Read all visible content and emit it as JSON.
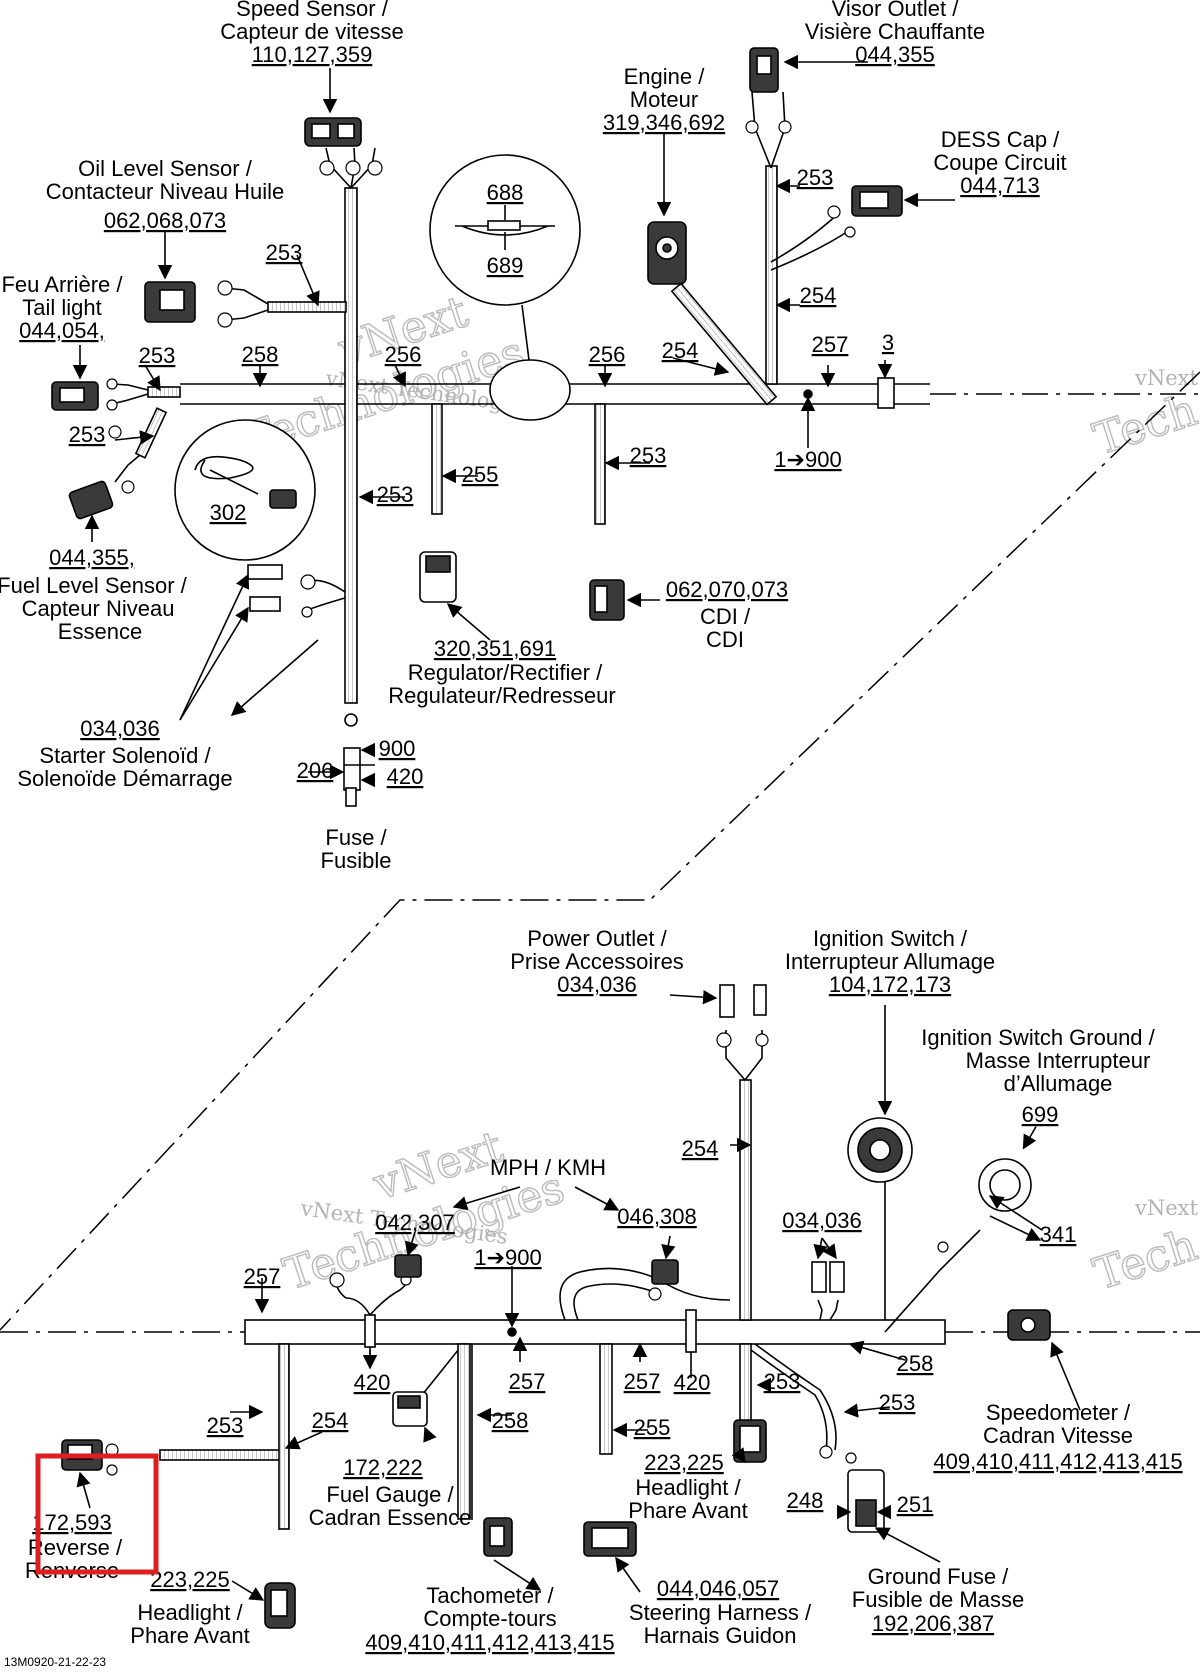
{
  "upper": {
    "speed_sensor": {
      "name": "Speed Sensor /",
      "name_fr": "Capteur de vitesse",
      "refs": "110,127,359"
    },
    "visor_outlet": {
      "name": "Visor Outlet /",
      "name_fr": "Visière Chauffante",
      "refs": "044,355"
    },
    "engine": {
      "name": "Engine /",
      "name_fr": "Moteur",
      "refs": "319,346,692"
    },
    "dess_cap": {
      "name": "DESS Cap /",
      "name_fr": "Coupe Circuit",
      "refs": "044,713"
    },
    "oil_level": {
      "name": "Oil Level Sensor /",
      "name_fr": "Contacteur Niveau Huile",
      "refs": "062,068,073"
    },
    "tail_light": {
      "name": "Feu Arrière /",
      "name_fr": "Tail light",
      "refs": "044,054,"
    },
    "fuel_level": {
      "refs": "044,355,",
      "name": "Fuel Level Sensor /",
      "name_fr": "Capteur Niveau",
      "name_fr2": "Essence"
    },
    "starter": {
      "refs": "034,036",
      "name": "Starter Solenoïd /",
      "name_fr": "Solenoïde Démarrage"
    },
    "fuse": {
      "name": "Fuse /",
      "name_fr": "Fusible"
    },
    "regulator": {
      "refs": "320,351,691",
      "name": "Regulator/Rectifier /",
      "name_fr": "Regulateur/Redresseur"
    },
    "cdi": {
      "refs": "062,070,073",
      "name": "CDI /",
      "name_fr": "CDI"
    },
    "detail_688": "688",
    "detail_689": "689",
    "detail_302": "302",
    "connector_1_900": "1➔900",
    "wires": {
      "w253a": "253",
      "w253b": "253",
      "w253c": "253",
      "w253d": "253",
      "w253e": "253",
      "w253f": "253",
      "w258": "258",
      "w256a": "256",
      "w256b": "256",
      "w254a": "254",
      "w254b": "254",
      "w257": "257",
      "w3": "3",
      "w255": "255",
      "w900": "900",
      "w420": "420",
      "w206": "206"
    }
  },
  "lower": {
    "power_outlet": {
      "name": "Power Outlet /",
      "name_fr": "Prise Accessoires",
      "refs": "034,036"
    },
    "ignition_switch": {
      "name": "Ignition Switch /",
      "name_fr": "Interrupteur Allumage",
      "refs": "104,172,173"
    },
    "ignition_ground": {
      "name": "Ignition Switch Ground /",
      "name_fr": "Masse Interrupteur",
      "name_fr2": "d’Allumage",
      "refs": "699"
    },
    "mph_kmh": "MPH / KMH",
    "refs_042_307": "042,307",
    "refs_046_308": "046,308",
    "refs_034_036": "034,036",
    "connector_1_900": "1➔900",
    "speedometer": {
      "name": "Speedometer /",
      "name_fr": "Cadran Vitesse",
      "refs": "409,410,411,412,413,415"
    },
    "reverse": {
      "refs": "172,593",
      "name": "Reverse /",
      "name_fr": "Renverse"
    },
    "headlight_left": {
      "refs": "223,225",
      "name": "Headlight /",
      "name_fr": "Phare Avant"
    },
    "fuel_gauge": {
      "refs": "172,222",
      "name": "Fuel Gauge /",
      "name_fr": "Cadran Essence"
    },
    "tachometer": {
      "name": "Tachometer /",
      "name_fr": "Compte-tours",
      "refs": "409,410,411,412,413,415"
    },
    "steering_harness": {
      "refs": "044,046,057",
      "name": "Steering Harness /",
      "name_fr": "Harnais Guidon"
    },
    "headlight_mid": {
      "refs": "223,225",
      "name": "Headlight /",
      "name_fr": "Phare Avant"
    },
    "ground_fuse": {
      "name": "Ground Fuse /",
      "name_fr": "Fusible de Masse",
      "refs": "192,206,387"
    },
    "wires": {
      "w257a": "257",
      "w257b": "257",
      "w257c": "257",
      "w254a": "254",
      "w254b": "254",
      "w253a": "253",
      "w253b": "253",
      "w253c": "253",
      "w258a": "258",
      "w258b": "258",
      "w255": "255",
      "w420a": "420",
      "w420b": "420",
      "w341": "341",
      "w248": "248",
      "w251": "251"
    }
  },
  "watermarks": [
    "vNext",
    "Technologies",
    "vNext Technologies",
    "vNext",
    "Tech",
    "vNext",
    "Technologies",
    "vNext Technologies",
    "vNext",
    "Tech"
  ],
  "figure_code": "13M0920-21-22-23",
  "highlight_color": "#dd1f1f"
}
